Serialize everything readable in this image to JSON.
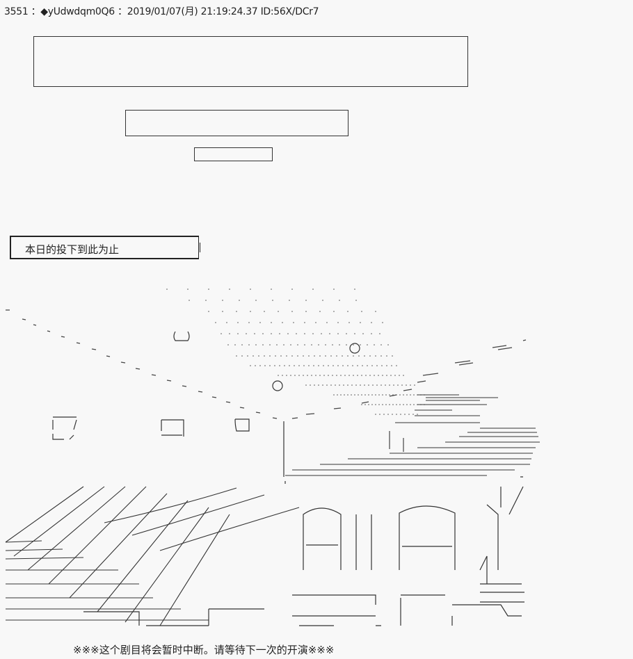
{
  "post": {
    "header": "3551 ：◆yUdwdqm0Q6 ：2019/01/07(月) 21:19:24.37 ID:56X/DCr7"
  },
  "dialog": {
    "stop_text": "本日的投下到此为止"
  },
  "footer": {
    "text": "※※※这个剧目将会暂时中断。请等待下一次的开演※※※"
  }
}
